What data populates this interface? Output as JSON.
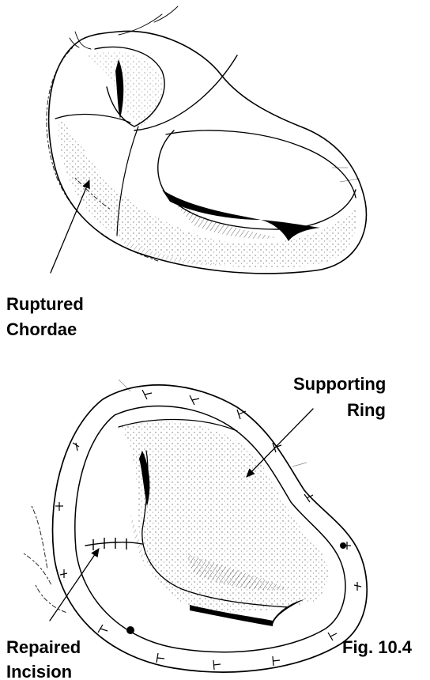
{
  "labels": {
    "ruptured_line1": "Ruptured",
    "ruptured_line2": "Chordae",
    "supporting_line1": "Supporting",
    "supporting_line2": "Ring",
    "repaired_line1": "Repaired",
    "repaired_line2": "Incision",
    "figure": "Fig. 10.4"
  }
}
